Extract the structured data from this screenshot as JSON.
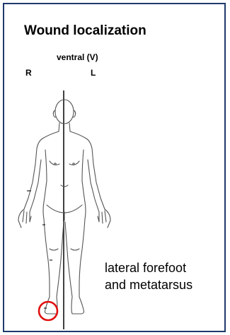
{
  "title": "Wound localization",
  "view": "ventral (V)",
  "side_right": "R",
  "side_left": "L",
  "location_lines": [
    "lateral forefoot",
    "and metatarsus"
  ],
  "icons": {
    "body_figure": "human-body-outline-front",
    "marker": "red-circle-marker"
  },
  "colors": {
    "border": "#1f3a6b",
    "marker": "#e01010",
    "outline": "#555555"
  }
}
